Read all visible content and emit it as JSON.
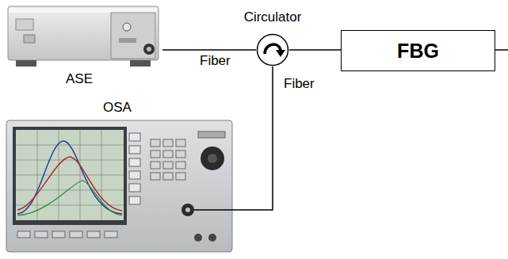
{
  "diagram": {
    "nodes": [
      {
        "text": [
          "ASE"
        ]
      },
      {
        "text": [
          "Circulator"
        ]
      },
      {
        "text": [
          "FBG"
        ]
      },
      {
        "text": [
          "OSA"
        ]
      }
    ],
    "edges": [
      {
        "from": 0,
        "to": 1,
        "arrow": "none"
      },
      {
        "from": 1,
        "to": 2,
        "arrow": "none"
      },
      {
        "from": 1,
        "to": 3,
        "arrow": "none"
      }
    ],
    "labels": [
      "Fiber",
      "Fiber"
    ]
  }
}
